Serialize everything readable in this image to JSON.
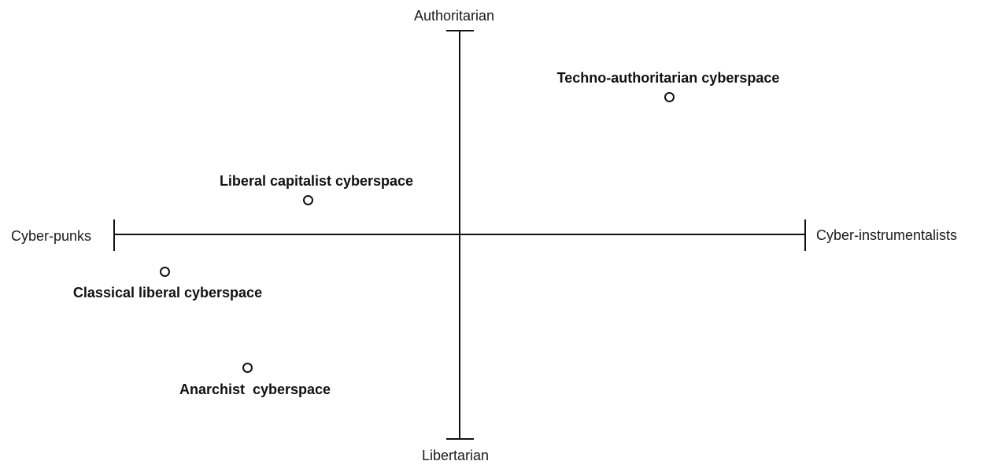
{
  "axes": {
    "top": "Authoritarian",
    "bottom": "Libertarian",
    "left": "Cyber-punks",
    "right": "Cyber-instrumentalists"
  },
  "points": [
    {
      "label": "Techno-authoritarian cyberspace",
      "quadrant": "cyber-instrumentalist / authoritarian"
    },
    {
      "label": "Liberal capitalist cyberspace",
      "quadrant": "cyber-punk / authoritarian"
    },
    {
      "label": "Classical liberal cyberspace",
      "quadrant": "cyber-punk / libertarian"
    },
    {
      "label": "Anarchist  cyberspace",
      "quadrant": "cyber-punk / libertarian"
    }
  ],
  "colors": {
    "line": "#111111",
    "background": "#ffffff"
  }
}
